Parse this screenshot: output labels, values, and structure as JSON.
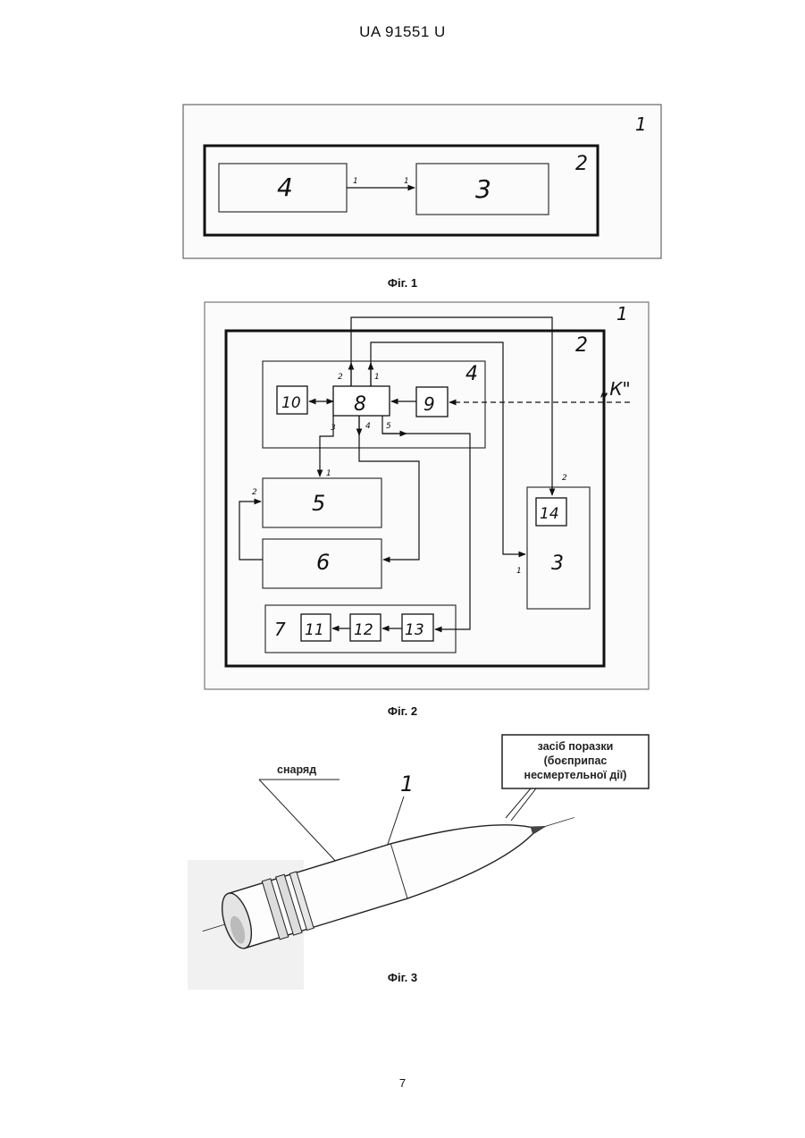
{
  "header": {
    "patent_number": "UA   91551   U"
  },
  "fig1": {
    "caption": "Фіг. 1",
    "labels": {
      "outer": "1",
      "inner": "2",
      "block_left": "4",
      "block_right": "3",
      "port_out": "1",
      "port_in": "1"
    }
  },
  "fig2": {
    "caption": "Фіг. 2",
    "labels": {
      "outer": "1",
      "inner": "2",
      "group4": "4",
      "b8": "8",
      "b9": "9",
      "b10": "10",
      "b5": "5",
      "b6": "6",
      "b3": "3",
      "b14": "14",
      "b7": "7",
      "b11": "11",
      "b12": "12",
      "b13": "13",
      "signal_k": "„К\"",
      "port_8_1": "1",
      "port_8_2": "2",
      "port_8_3": "3",
      "port_8_4": "4",
      "port_8_5": "5",
      "port_5_1": "1",
      "port_5_2": "2",
      "port_3_1": "1",
      "port_3_2": "2"
    }
  },
  "fig3": {
    "caption": "Фіг. 3",
    "label_projectile": "снаряд",
    "label_number": "1",
    "callout_line1": "засіб поразки",
    "callout_line2": "(боєприпас",
    "callout_line3": "несмертельної дії)"
  },
  "page_number": "7"
}
